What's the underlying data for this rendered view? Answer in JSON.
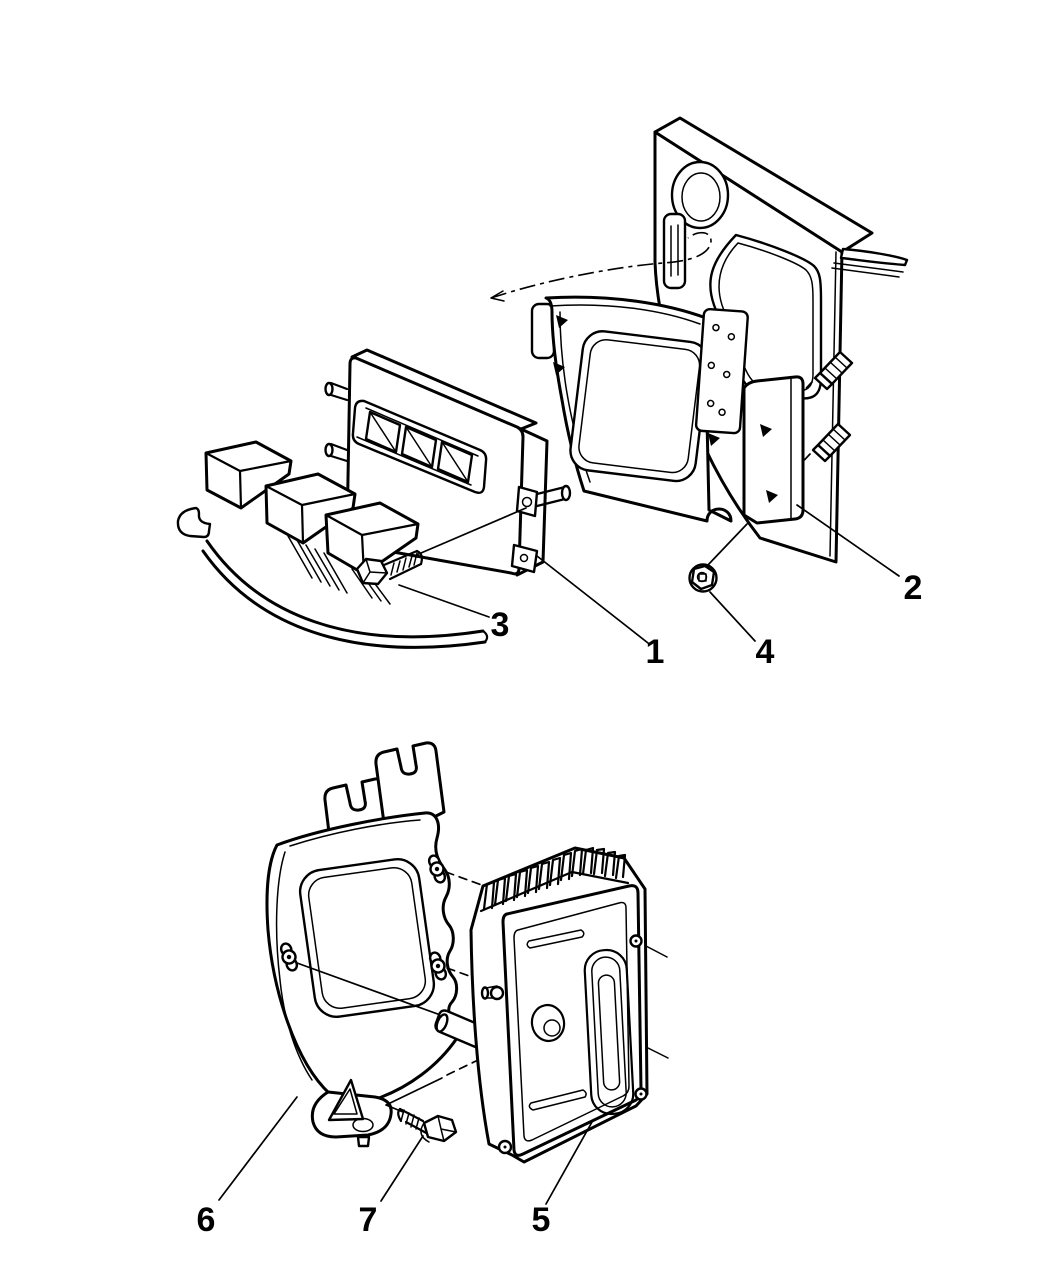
{
  "diagram": {
    "ink_color": "#000000",
    "paper_color": "#ffffff",
    "callouts": [
      {
        "number": "1",
        "part": "engine-control-module"
      },
      {
        "number": "2",
        "part": "module-mounting-bracket"
      },
      {
        "number": "3",
        "part": "hex-bolt"
      },
      {
        "number": "4",
        "part": "hex-flange-nut"
      },
      {
        "number": "5",
        "part": "lower-control-module"
      },
      {
        "number": "6",
        "part": "lower-mounting-bracket"
      },
      {
        "number": "7",
        "part": "hex-screw"
      }
    ]
  }
}
